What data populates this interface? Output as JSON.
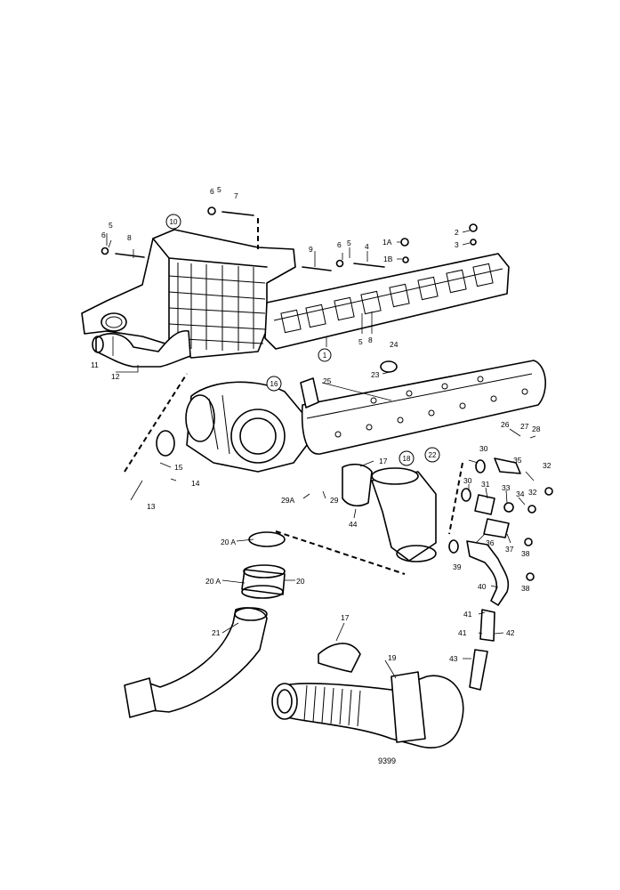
{
  "labels": [
    {
      "id": "l6a",
      "text": "6"
    },
    {
      "id": "l5a",
      "text": "5"
    },
    {
      "id": "l7",
      "text": "7"
    },
    {
      "id": "l10",
      "text": "10"
    },
    {
      "id": "l5b",
      "text": "5"
    },
    {
      "id": "l6b",
      "text": "6"
    },
    {
      "id": "l8a",
      "text": "8"
    },
    {
      "id": "l9",
      "text": "9"
    },
    {
      "id": "l6c",
      "text": "6"
    },
    {
      "id": "l5c",
      "text": "5"
    },
    {
      "id": "l4",
      "text": "4"
    },
    {
      "id": "l1a",
      "text": "1A"
    },
    {
      "id": "l1b",
      "text": "1B"
    },
    {
      "id": "l2",
      "text": "2"
    },
    {
      "id": "l3",
      "text": "3"
    },
    {
      "id": "l11",
      "text": "11"
    },
    {
      "id": "l12",
      "text": "12"
    },
    {
      "id": "l1",
      "text": "1"
    },
    {
      "id": "l5d",
      "text": "5"
    },
    {
      "id": "l8b",
      "text": "8"
    },
    {
      "id": "l24",
      "text": "24"
    },
    {
      "id": "l23",
      "text": "23"
    },
    {
      "id": "l25",
      "text": "25"
    },
    {
      "id": "l16",
      "text": "16"
    },
    {
      "id": "l26",
      "text": "26"
    },
    {
      "id": "l27",
      "text": "27"
    },
    {
      "id": "l28",
      "text": "28"
    },
    {
      "id": "l22",
      "text": "22"
    },
    {
      "id": "l30a",
      "text": "30"
    },
    {
      "id": "l35",
      "text": "35"
    },
    {
      "id": "l32a",
      "text": "32"
    },
    {
      "id": "l15",
      "text": "15"
    },
    {
      "id": "l14",
      "text": "14"
    },
    {
      "id": "l13",
      "text": "13"
    },
    {
      "id": "l17a",
      "text": "17"
    },
    {
      "id": "l18",
      "text": "18"
    },
    {
      "id": "l29a",
      "text": "29A"
    },
    {
      "id": "l29",
      "text": "29"
    },
    {
      "id": "l44",
      "text": "44"
    },
    {
      "id": "l30b",
      "text": "30"
    },
    {
      "id": "l31",
      "text": "31"
    },
    {
      "id": "l33",
      "text": "33"
    },
    {
      "id": "l34",
      "text": "34"
    },
    {
      "id": "l32b",
      "text": "32"
    },
    {
      "id": "l36",
      "text": "36"
    },
    {
      "id": "l37",
      "text": "37"
    },
    {
      "id": "l38a",
      "text": "38"
    },
    {
      "id": "l39",
      "text": "39"
    },
    {
      "id": "l20a1",
      "text": "20 A"
    },
    {
      "id": "l20a2",
      "text": "20 A"
    },
    {
      "id": "l20",
      "text": "20"
    },
    {
      "id": "l40",
      "text": "40"
    },
    {
      "id": "l38b",
      "text": "38"
    },
    {
      "id": "l21",
      "text": "21"
    },
    {
      "id": "l17b",
      "text": "17"
    },
    {
      "id": "l41a",
      "text": "41"
    },
    {
      "id": "l41b",
      "text": "41"
    },
    {
      "id": "l42",
      "text": "42"
    },
    {
      "id": "l43",
      "text": "43"
    },
    {
      "id": "l19",
      "text": "19"
    }
  ],
  "drawing_code": "9399"
}
